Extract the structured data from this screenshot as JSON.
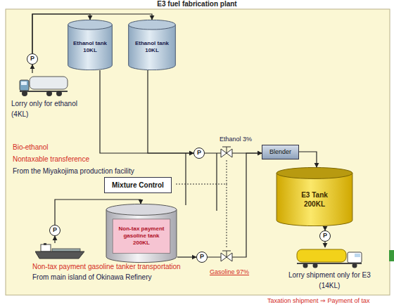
{
  "diagram": {
    "title": "E3 fuel fabrication plant",
    "nodes": [
      {
        "text": [
          "Ethanol tank",
          "10KL"
        ]
      },
      {
        "text": [
          "Ethanol tank",
          "10KL"
        ]
      },
      {
        "text": [
          "P"
        ]
      },
      {
        "text": [
          "Lorry only for ethanol",
          "(4KL)"
        ]
      },
      {
        "text": [
          "P"
        ]
      },
      {
        "text": [
          "Blender"
        ]
      },
      {
        "text": [
          "E3 Tank",
          "200KL"
        ]
      },
      {
        "text": [
          "Mixture Control"
        ]
      },
      {
        "text": [
          "Non-tax payment gasoline tank",
          "200KL"
        ]
      },
      {
        "text": [
          "P"
        ]
      },
      {
        "text": [
          "Non-tax payment gasoline tanker transportation",
          "From main island of Okinawa Refinery"
        ]
      },
      {
        "text": [
          "P"
        ]
      },
      {
        "text": [
          "P"
        ]
      },
      {
        "text": [
          "Lorry shipment only for E3",
          "(14KL)"
        ]
      }
    ],
    "edges": [
      {
        "from": 3,
        "to": 2,
        "arrow": "to"
      },
      {
        "from": 2,
        "to": 0,
        "arrow": "to"
      },
      {
        "from": 2,
        "to": 1,
        "arrow": "to"
      },
      {
        "from": 0,
        "to": 4,
        "arrow": "to"
      },
      {
        "from": 1,
        "to": 4,
        "arrow": "to"
      },
      {
        "from": 4,
        "to": 5,
        "arrow": "to"
      },
      {
        "from": 5,
        "to": 6,
        "arrow": "to"
      },
      {
        "from": 8,
        "to": 11,
        "arrow": "to"
      },
      {
        "from": 11,
        "to": 5,
        "arrow": "to"
      },
      {
        "from": 9,
        "to": 8,
        "arrow": "to"
      },
      {
        "from": 10,
        "to": 9,
        "arrow": "to"
      },
      {
        "from": 6,
        "to": 12,
        "arrow": "to"
      },
      {
        "from": 12,
        "to": 13,
        "arrow": "to"
      }
    ],
    "labels": [
      "Bio-ethanol",
      "Nontaxable transference",
      "From the Miyakojima production facility",
      "Ethanol 3%",
      "Gasoline 97%",
      "Taxation shipment ⇒ Payment of tax"
    ]
  }
}
